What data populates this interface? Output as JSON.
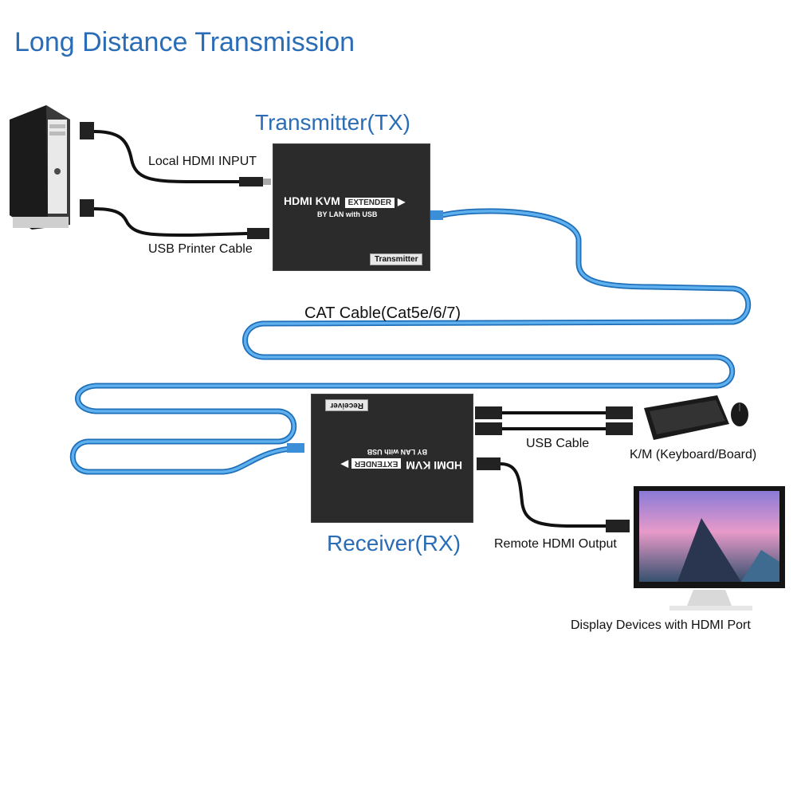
{
  "title": "Long Distance Transmission",
  "transmitter": {
    "title": "Transmitter(TX)",
    "brand": "HDMI KVM",
    "brand_sub": "EXTENDER",
    "by_lan": "BY LAN with USB",
    "tag": "Transmitter"
  },
  "receiver": {
    "title": "Receiver(RX)",
    "brand": "HDMI KVM",
    "brand_sub": "EXTENDER",
    "by_lan": "BY LAN with USB",
    "tag": "Receiver"
  },
  "labels": {
    "local_hdmi": "Local HDMI INPUT",
    "usb_printer": "USB Printer Cable",
    "cat_cable": "CAT Cable(Cat5e/6/7)",
    "usb_cable": "USB Cable",
    "km": "K/M (Keyboard/Board)",
    "remote_hdmi": "Remote HDMI Output",
    "display": "Display Devices with HDMI Port"
  },
  "colors": {
    "accent": "#2a6db6",
    "cat_cable": "#3a8fd8",
    "device": "#2b2b2b"
  },
  "icons": [
    "pc-tower-icon",
    "keyboard-icon",
    "mouse-icon",
    "monitor-icon"
  ]
}
